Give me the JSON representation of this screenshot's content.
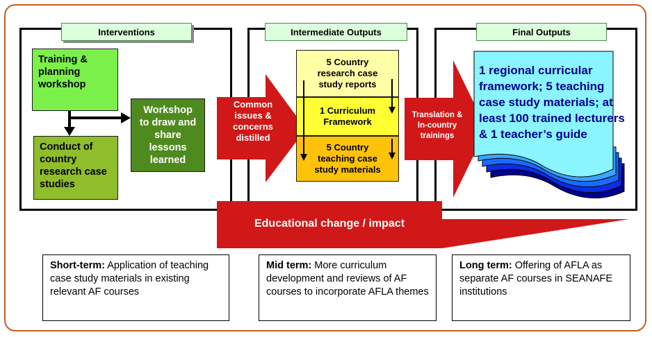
{
  "headers": {
    "interventions": "Interventions",
    "intermediate": "Intermediate Outputs",
    "final": "Final Outputs"
  },
  "interventions": {
    "training": "Training & planning workshop",
    "conduct": "Conduct of country research case studies",
    "workshop": "Workshop to draw and share lessons learned"
  },
  "arrows": {
    "common_issues": "Common issues & concerns distilled",
    "translation": "Translation & In-country trainings",
    "impact": "Educational change / impact"
  },
  "intermediate_items": {
    "reports": "5 Country research case study reports",
    "framework": "1 Curriculum Framework",
    "materials": "5 Country teaching case study materials"
  },
  "final_output": "1 regional curricular framework; 5 teaching case study materials; at least 100 trained lecturers & 1 teacher’s guide",
  "terms": {
    "short": {
      "label": "Short-term:",
      "text": "Application of teaching case study materials in existing relevant AF courses"
    },
    "mid": {
      "label": "Mid term:",
      "text": "More curriculum development and reviews of AF courses to incorporate AFLA themes"
    },
    "long": {
      "label": "Long term:",
      "text": "Offering of AFLA as separate AF courses in SEANAFE institutions"
    }
  },
  "colors": {
    "frame": "#c85a28",
    "header_fill": "#dcffdc",
    "light_green": "#7cf04a",
    "mid_green": "#8fbd2c",
    "dark_green": "#4f8a1e",
    "red_arrow": "#d01818",
    "pale_yellow": "#ffffa6",
    "yellow": "#ffff33",
    "orange": "#ffc20a",
    "cyan_doc": "#8af4ff",
    "text_navy": "#00008b"
  }
}
